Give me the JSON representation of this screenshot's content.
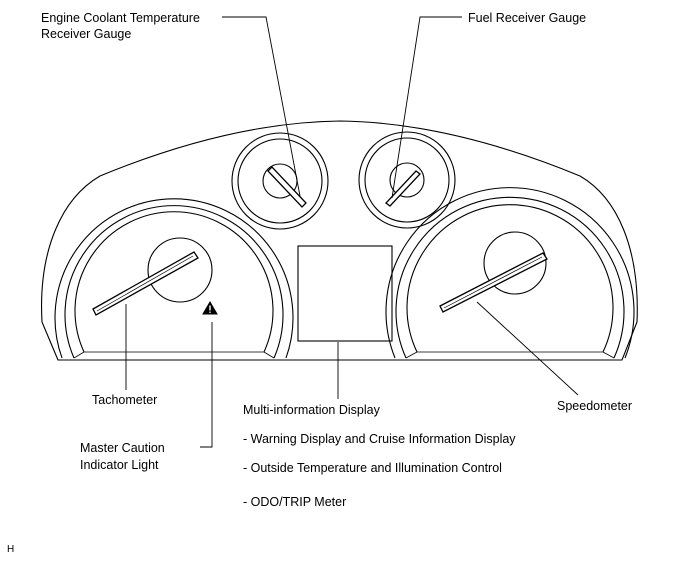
{
  "labels": {
    "engine_coolant": [
      "Engine Coolant Temperature",
      "Receiver Gauge"
    ],
    "fuel": "Fuel Receiver Gauge",
    "tachometer": "Tachometer",
    "master_caution": [
      "Master Caution",
      "Indicator Light"
    ],
    "multi_info": "Multi-information Display",
    "speedometer": "Speedometer",
    "features": [
      "- Warning Display and Cruise Information Display",
      "- Outside Temperature and Illumination Control",
      "- ODO/TRIP Meter"
    ],
    "corner_mark": "H"
  },
  "icons": {
    "warning": "warning-triangle-icon"
  },
  "colors": {
    "line": "#000000",
    "background": "#ffffff"
  }
}
